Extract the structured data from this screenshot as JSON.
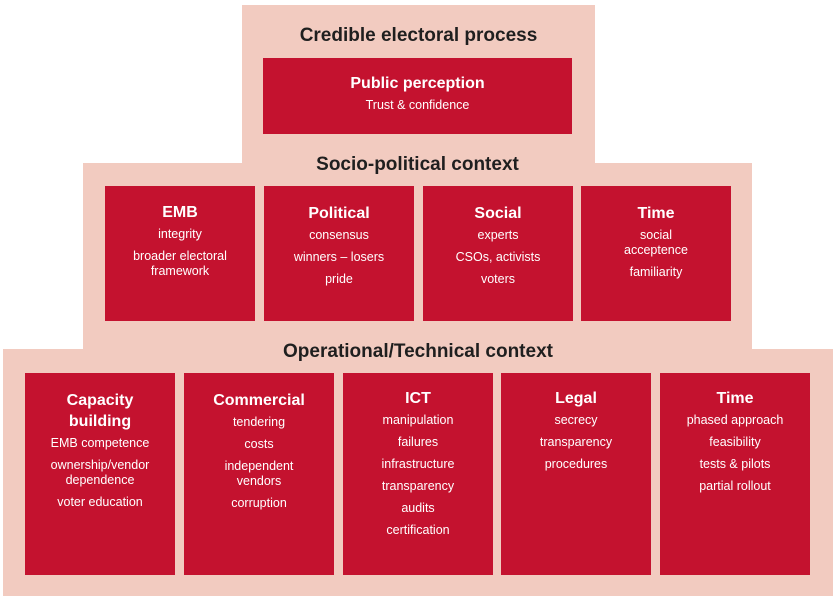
{
  "top": {
    "title": "Credible electoral process",
    "box": {
      "title": "Public perception",
      "items": [
        "Trust & confidence"
      ]
    }
  },
  "middle": {
    "title": "Socio-political context",
    "boxes": [
      {
        "title": "EMB",
        "items": [
          "integrity",
          "broader electoral framework"
        ]
      },
      {
        "title": "Political",
        "items": [
          "consensus",
          "winners – losers",
          "pride"
        ]
      },
      {
        "title": "Social",
        "items": [
          "experts",
          "CSOs, activists",
          "voters"
        ]
      },
      {
        "title": "Time",
        "items": [
          "social acceptence",
          "familiarity"
        ]
      }
    ]
  },
  "bottom": {
    "title": "Operational/Technical context",
    "boxes": [
      {
        "title": "Capacity building",
        "items": [
          "EMB competence",
          "ownership/vendor dependence",
          "voter education"
        ]
      },
      {
        "title": "Commercial",
        "items": [
          "tendering",
          "costs",
          "independent vendors",
          "corruption"
        ]
      },
      {
        "title": "ICT",
        "items": [
          "manipulation",
          "failures",
          "infrastructure",
          "transparency",
          "audits",
          "certification"
        ]
      },
      {
        "title": "Legal",
        "items": [
          "secrecy",
          "transparency",
          "procedures"
        ]
      },
      {
        "title": "Time",
        "items": [
          "phased approach",
          "feasibility",
          "tests & pilots",
          "partial rollout"
        ]
      }
    ]
  },
  "colors": {
    "background_band": "#f2cbc0",
    "box_fill": "#c4122f",
    "box_text": "#ffffff",
    "title_text": "#1f1f1f"
  }
}
